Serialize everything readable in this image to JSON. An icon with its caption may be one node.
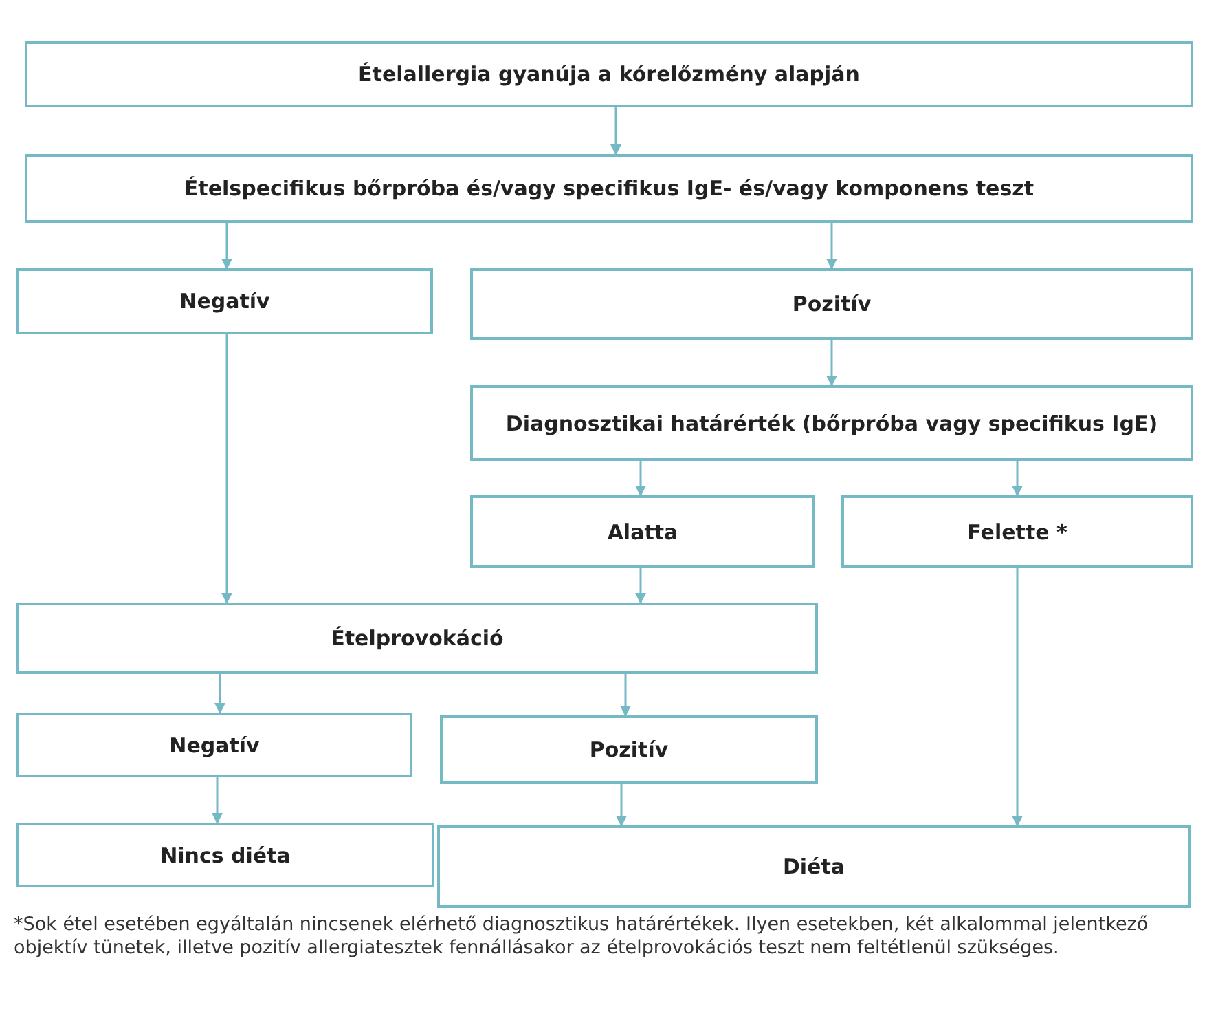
{
  "diagram": {
    "nodes": [
      {
        "text": [
          "Ételallergia gyanúja a kórelőzmény alapján"
        ]
      },
      {
        "text": [
          "Ételspecifikus bőrpróba és/vagy specifikus IgE- és/vagy komponens teszt"
        ]
      },
      {
        "text": [
          "Negatív"
        ]
      },
      {
        "text": [
          "Pozitív"
        ]
      },
      {
        "text": [
          "Diagnosztikai határérték (bőrpróba vagy specifikus IgE)"
        ]
      },
      {
        "text": [
          "Alatta"
        ]
      },
      {
        "text": [
          "Felette *"
        ]
      },
      {
        "text": [
          "Ételprovokáció"
        ]
      },
      {
        "text": [
          "Negatív"
        ]
      },
      {
        "text": [
          "Pozitív"
        ]
      },
      {
        "text": [
          "Nincs diéta"
        ]
      },
      {
        "text": [
          "Diéta"
        ]
      }
    ],
    "edges": [
      {
        "from": 0,
        "to": 1,
        "arrow": "to"
      },
      {
        "from": 1,
        "to": 2,
        "arrow": "to"
      },
      {
        "from": 1,
        "to": 3,
        "arrow": "to"
      },
      {
        "from": 3,
        "to": 4,
        "arrow": "to"
      },
      {
        "from": 4,
        "to": 5,
        "arrow": "to"
      },
      {
        "from": 4,
        "to": 6,
        "arrow": "to"
      },
      {
        "from": 2,
        "to": 7,
        "arrow": "to"
      },
      {
        "from": 5,
        "to": 7,
        "arrow": "to"
      },
      {
        "from": 7,
        "to": 8,
        "arrow": "to"
      },
      {
        "from": 7,
        "to": 9,
        "arrow": "to"
      },
      {
        "from": 8,
        "to": 10,
        "arrow": "to"
      },
      {
        "from": 9,
        "to": 11,
        "arrow": "to"
      },
      {
        "from": 6,
        "to": 11,
        "arrow": "to"
      }
    ],
    "labels": [
      "*Sok étel esetében egyáltalán nincsenek elérhető diagnosztikus határértékek. Ilyen esetekben, két alkalommal jelentkező objektív tünetek, illetve pozitív allergiatesztek fennállásakor az ételprovokációs teszt nem feltétlenül szükséges."
    ]
  }
}
